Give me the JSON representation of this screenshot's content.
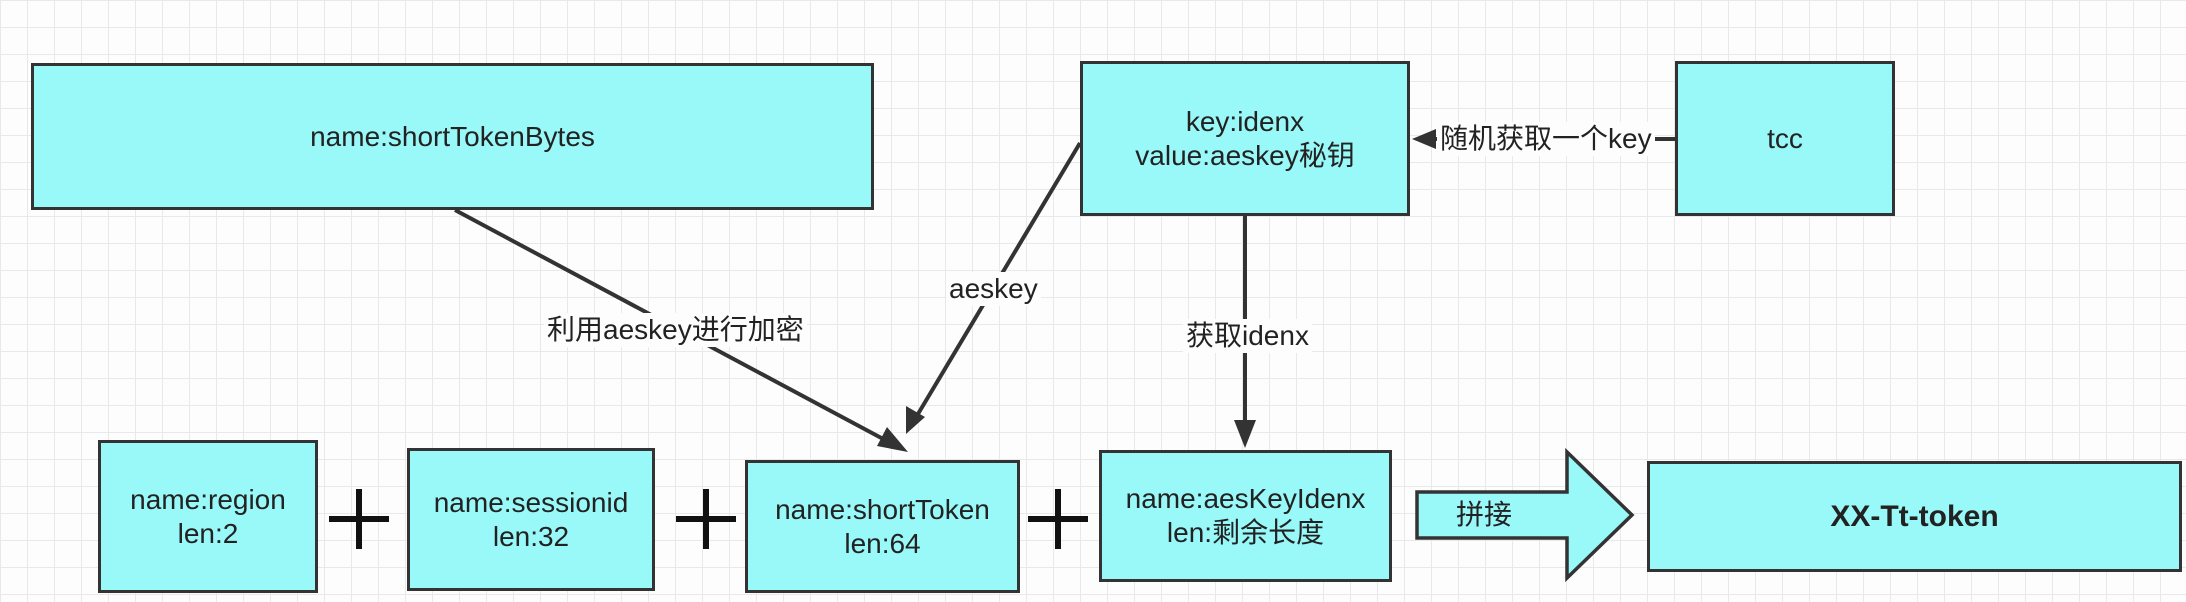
{
  "nodes": {
    "short_token_bytes": {
      "line1": "name:shortTokenBytes"
    },
    "key_idenx": {
      "line1": "key:idenx",
      "line2": "value:aeskey秘钥"
    },
    "tcc": {
      "line1": "tcc"
    },
    "region": {
      "line1": "name:region",
      "line2": "len:2"
    },
    "sessionid": {
      "line1": "name:sessionid",
      "line2": "len:32"
    },
    "short_token": {
      "line1": "name:shortToken",
      "line2": "len:64"
    },
    "aes_key_idenx": {
      "line1": "name:aesKeyIdenx",
      "line2": "len:剩余长度"
    },
    "xx_tt_token": {
      "line1": "XX-Tt-token"
    }
  },
  "edges": {
    "encrypt": "利用aeskey进行加密",
    "aeskey": "aeskey",
    "get_idenx": "获取idenx",
    "random_key": "随机获取一个key",
    "concat": "拼接"
  },
  "colors": {
    "node_fill": "#99f8f8",
    "stroke": "#333333"
  }
}
